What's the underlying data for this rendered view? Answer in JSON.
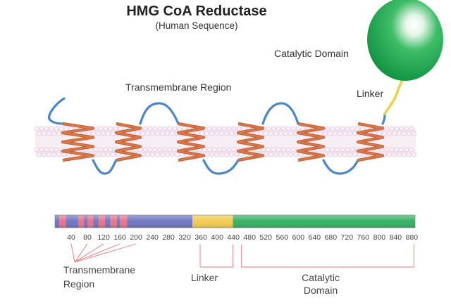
{
  "title": "HMG CoA Reductase",
  "subtitle": "(Human Sequence)",
  "labels": {
    "catalytic_domain": "Catalytic Domain",
    "linker": "Linker",
    "transmembrane_region": "Transmembrane Region"
  },
  "colors": {
    "membrane": "#e8cce0",
    "helix": "#d97848",
    "loop": "#4a86c8",
    "linker": "#e8d24a",
    "catalytic": "#1aa24a",
    "bar_tm_blue": "#6d78c0",
    "bar_tm_pink": "#e8748c",
    "bar_linker": "#f2cc52",
    "bar_catalytic": "#38b064",
    "bracket": "#e07a7a"
  },
  "sequence_bar": {
    "ticks": [
      "40",
      "80",
      "120",
      "160",
      "200",
      "240",
      "280",
      "320",
      "360",
      "400",
      "440",
      "480",
      "520",
      "560",
      "600",
      "640",
      "680",
      "720",
      "760",
      "800",
      "840",
      "880"
    ],
    "segments": [
      {
        "name": "transmembrane",
        "start": 0,
        "end": 339
      },
      {
        "name": "linker",
        "start": 339,
        "end": 439
      },
      {
        "name": "catalytic",
        "start": 439,
        "end": 888
      }
    ],
    "tm_helix_ranges": [
      [
        10,
        27
      ],
      [
        57,
        72
      ],
      [
        80,
        95
      ],
      [
        107,
        124
      ],
      [
        136,
        153
      ],
      [
        160,
        178
      ]
    ],
    "region_labels": {
      "transmembrane": [
        "Transmembrane",
        "Region"
      ],
      "linker": "Linker",
      "catalytic": [
        "Catalytic",
        "Domain"
      ]
    }
  }
}
